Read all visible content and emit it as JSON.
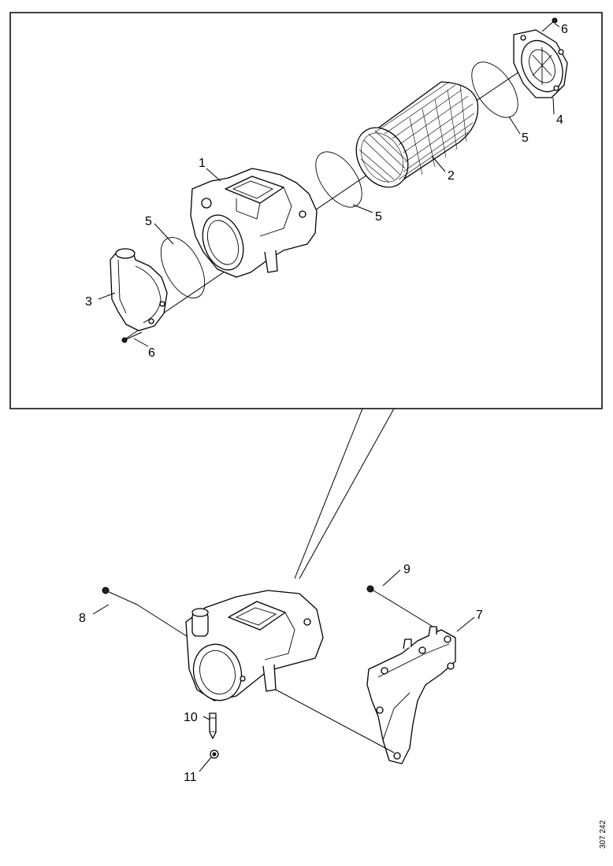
{
  "callouts": {
    "c1": "1",
    "c2": "2",
    "c3": "3",
    "c4": "4",
    "c5a": "5",
    "c5b": "5",
    "c5c": "5",
    "c6a": "6",
    "c6b": "6",
    "c7": "7",
    "c8": "8",
    "c9": "9",
    "c10": "10",
    "c11": "11"
  },
  "reference_code": "307 242"
}
